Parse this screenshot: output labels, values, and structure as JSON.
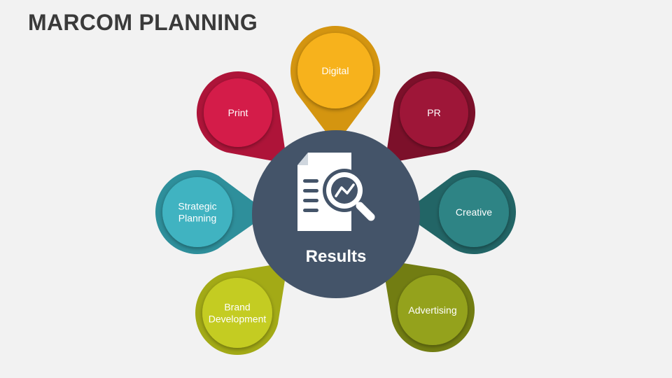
{
  "title": "MARCOM PLANNING",
  "center": {
    "label": "Results",
    "icon": "document-analytics-icon",
    "color": "#445469"
  },
  "nodes": [
    {
      "id": "digital",
      "lines": [
        "Digital"
      ],
      "color": "#f7b21b",
      "ring": "#d49510"
    },
    {
      "id": "pr",
      "lines": [
        "PR"
      ],
      "color": "#9e1738",
      "ring": "#7c102a"
    },
    {
      "id": "creative",
      "lines": [
        "Creative"
      ],
      "color": "#2f8485",
      "ring": "#226566"
    },
    {
      "id": "advertising",
      "lines": [
        "Advertising"
      ],
      "color": "#94a21e",
      "ring": "#727d12"
    },
    {
      "id": "brand-development",
      "lines": [
        "Brand",
        "Development"
      ],
      "color": "#c4cc22",
      "ring": "#a3aa16"
    },
    {
      "id": "strategic-planning",
      "lines": [
        "Strategic",
        "Planning"
      ],
      "color": "#3fb3c1",
      "ring": "#2e8f9b"
    },
    {
      "id": "print",
      "lines": [
        "Print"
      ],
      "color": "#d41c4a",
      "ring": "#ae1439"
    }
  ]
}
